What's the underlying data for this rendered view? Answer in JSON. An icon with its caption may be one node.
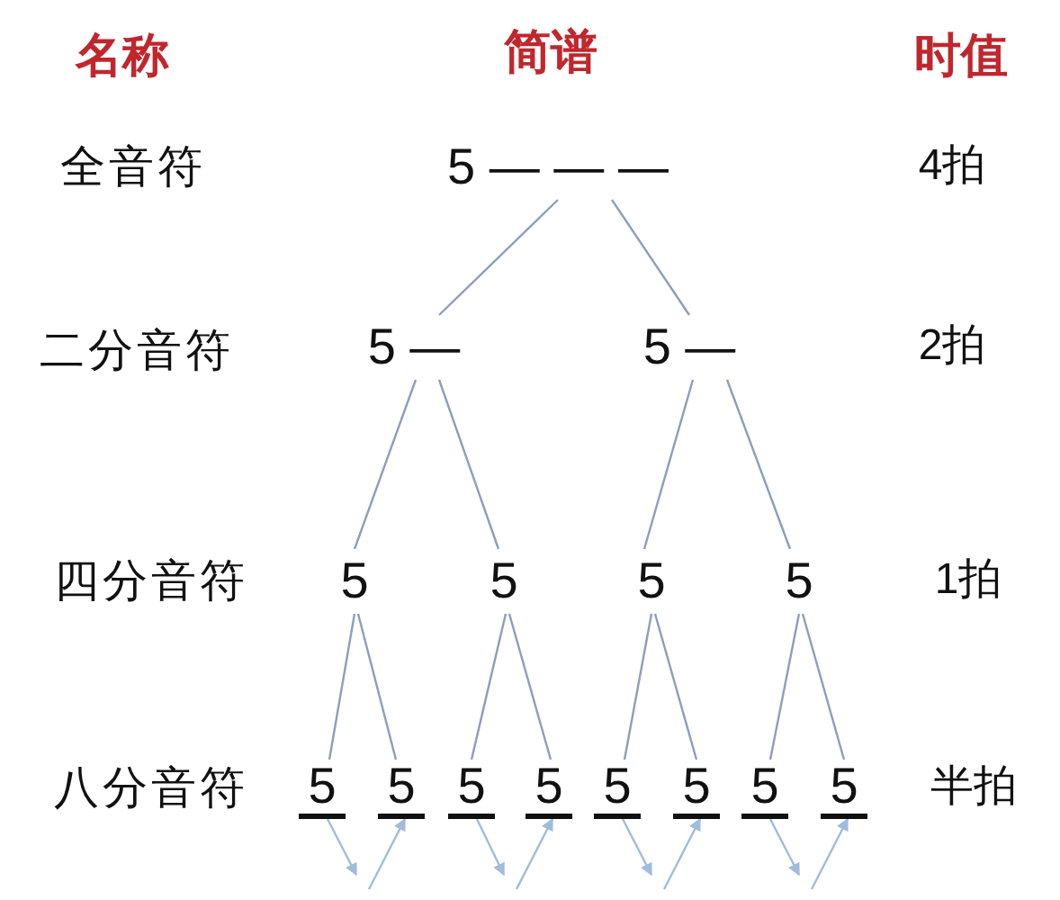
{
  "diagram": {
    "nodes": [
      {
        "text": [
          "5 — — —"
        ]
      },
      {
        "text": [
          "5 —"
        ]
      },
      {
        "text": [
          "5 —"
        ]
      },
      {
        "text": [
          "5"
        ]
      },
      {
        "text": [
          "5"
        ]
      },
      {
        "text": [
          "5"
        ]
      },
      {
        "text": [
          "5"
        ]
      },
      {
        "text": [
          "5"
        ]
      },
      {
        "text": [
          "5"
        ]
      },
      {
        "text": [
          "5"
        ]
      },
      {
        "text": [
          "5"
        ]
      },
      {
        "text": [
          "5"
        ]
      },
      {
        "text": [
          "5"
        ]
      },
      {
        "text": [
          "5"
        ]
      },
      {
        "text": [
          "5"
        ]
      }
    ],
    "edges": [
      {
        "from": 0,
        "to": 1,
        "arrow": "none"
      },
      {
        "from": 0,
        "to": 2,
        "arrow": "none"
      },
      {
        "from": 1,
        "to": 3,
        "arrow": "none"
      },
      {
        "from": 1,
        "to": 4,
        "arrow": "none"
      },
      {
        "from": 2,
        "to": 5,
        "arrow": "none"
      },
      {
        "from": 2,
        "to": 6,
        "arrow": "none"
      },
      {
        "from": 3,
        "to": 7,
        "arrow": "none"
      },
      {
        "from": 3,
        "to": 8,
        "arrow": "none"
      },
      {
        "from": 4,
        "to": 9,
        "arrow": "none"
      },
      {
        "from": 4,
        "to": 10,
        "arrow": "none"
      },
      {
        "from": 5,
        "to": 11,
        "arrow": "none"
      },
      {
        "from": 5,
        "to": 12,
        "arrow": "none"
      },
      {
        "from": 6,
        "to": 13,
        "arrow": "none"
      },
      {
        "from": 6,
        "to": 14,
        "arrow": "none"
      },
      {
        "from": 7,
        "to": null,
        "arrow": "to",
        "color": "#9fbcdc"
      },
      {
        "from": null,
        "to": 8,
        "arrow": "to",
        "color": "#9fbcdc"
      },
      {
        "from": 9,
        "to": null,
        "arrow": "to",
        "color": "#9fbcdc"
      },
      {
        "from": null,
        "to": 10,
        "arrow": "to",
        "color": "#9fbcdc"
      },
      {
        "from": 11,
        "to": null,
        "arrow": "to",
        "color": "#9fbcdc"
      },
      {
        "from": null,
        "to": 12,
        "arrow": "to",
        "color": "#9fbcdc"
      },
      {
        "from": 13,
        "to": null,
        "arrow": "to",
        "color": "#9fbcdc"
      },
      {
        "from": null,
        "to": 14,
        "arrow": "to",
        "color": "#9fbcdc"
      }
    ],
    "labels": [
      "名称",
      "简谱",
      "时值",
      "全音符",
      "4拍",
      "二分音符",
      "2拍",
      "四分音符",
      "1拍",
      "八分音符",
      "半拍"
    ]
  }
}
